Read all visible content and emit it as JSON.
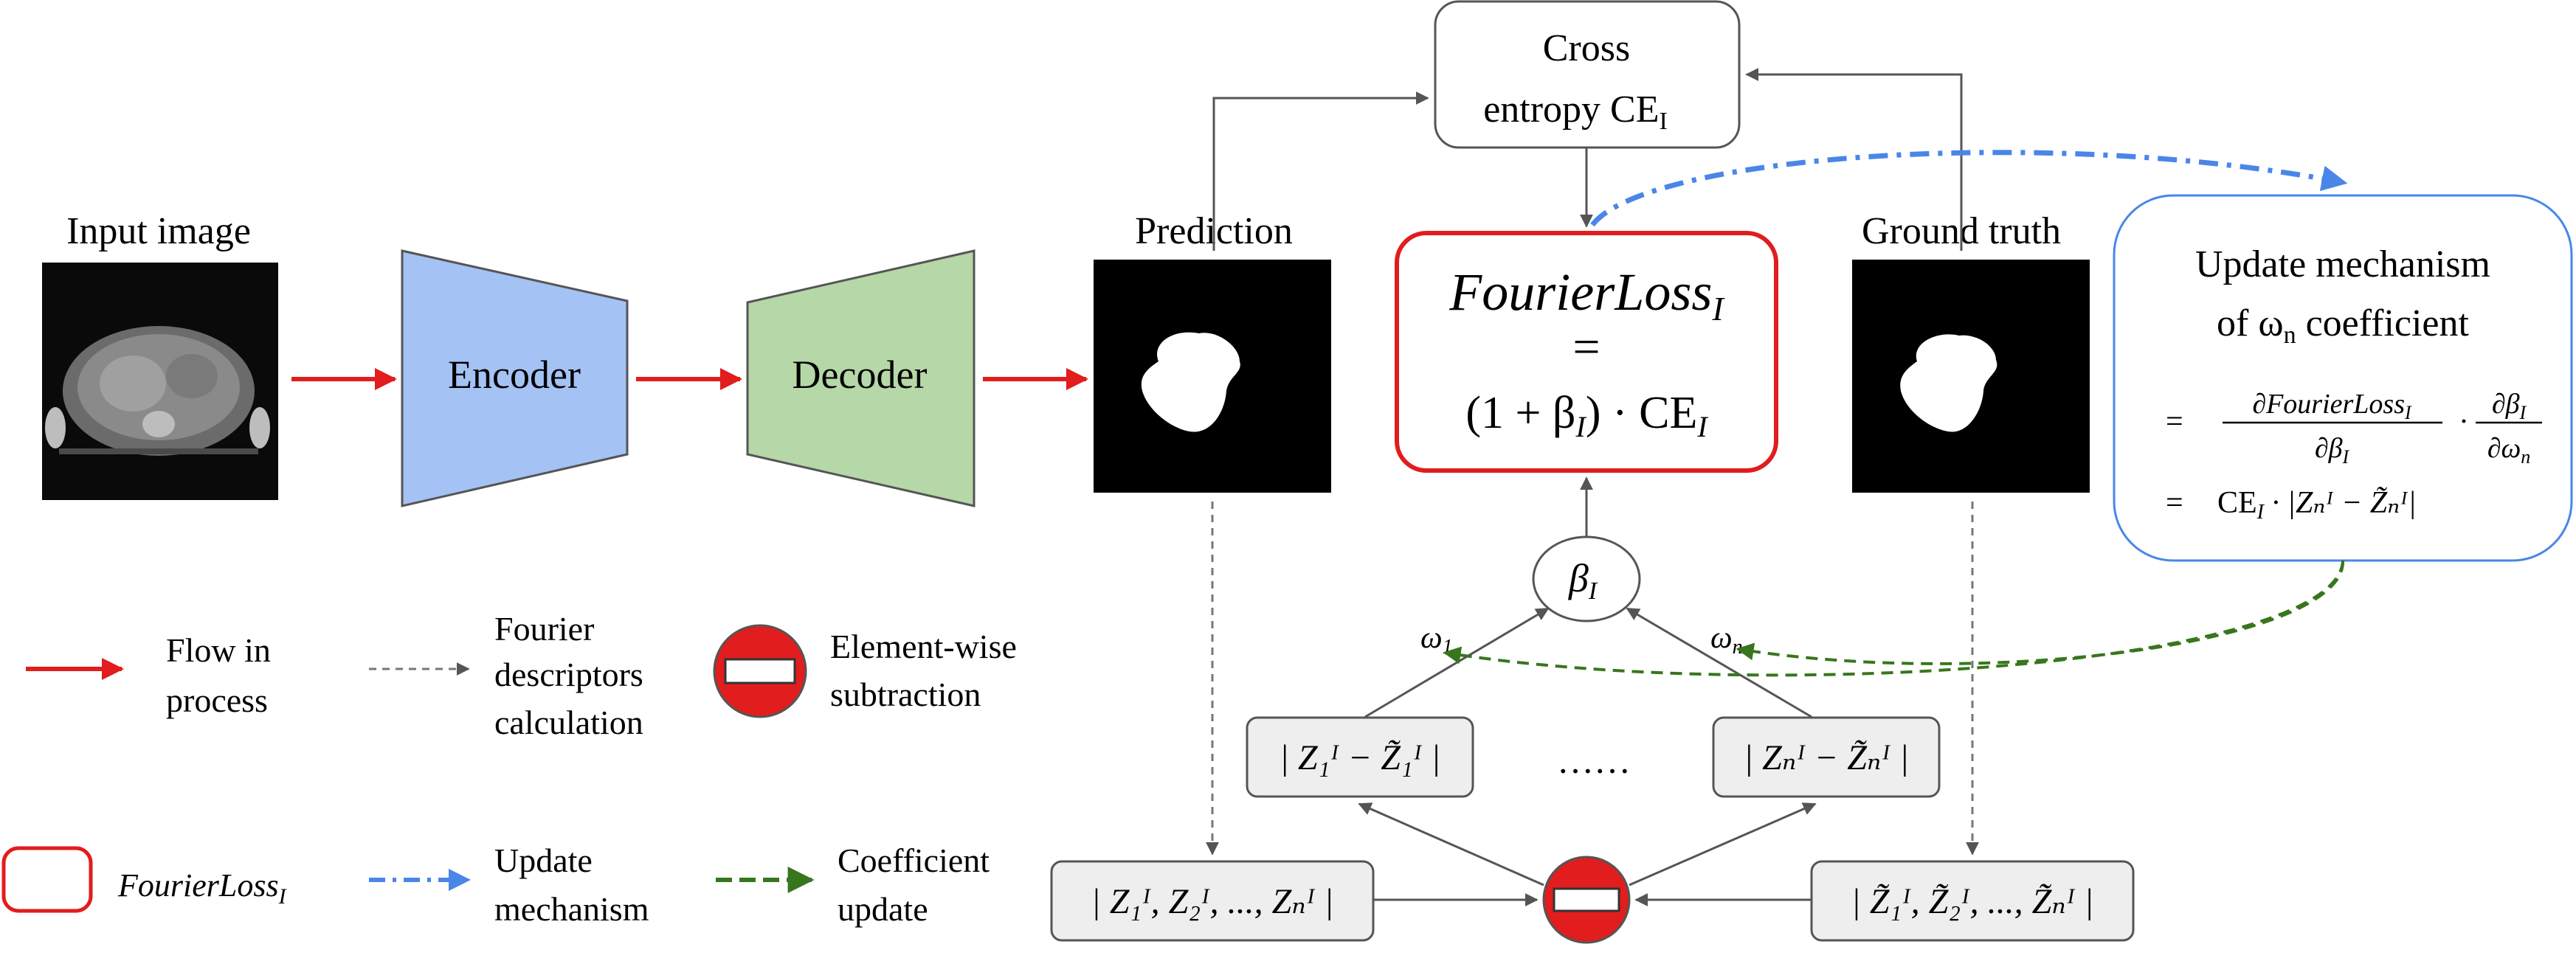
{
  "input": {
    "label": "Input image"
  },
  "encoder": {
    "label": "Encoder",
    "color": "#a4c2f4"
  },
  "decoder": {
    "label": "Decoder",
    "color": "#b6d7a8"
  },
  "prediction": {
    "label": "Prediction"
  },
  "ground_truth": {
    "label": "Ground truth"
  },
  "cross_entropy": {
    "line1": "Cross",
    "line2": "entropy CE",
    "sub": "I"
  },
  "fourier_loss": {
    "name": "FourierLoss",
    "sub": "I",
    "eq": "=",
    "expr_pre": "(1 + β",
    "expr_sub": "I",
    "expr_post": ") · CE",
    "expr_post_sub": "I"
  },
  "beta": {
    "sym": "β",
    "sub": "I"
  },
  "omega1": {
    "sym": "ω",
    "sub": "1"
  },
  "omegan": {
    "sym": "ω",
    "sub": "n"
  },
  "diff1": {
    "text": "| Z₁ᴵ − Z̃₁ᴵ |"
  },
  "diffn": {
    "text": "| Zₙᴵ − Z̃ₙᴵ |"
  },
  "dots": "……",
  "pred_desc": {
    "text": "| Z₁ᴵ, Z₂ᴵ, ..., Zₙᴵ |"
  },
  "gt_desc": {
    "text": "| Z̃₁ᴵ, Z̃₂ᴵ, ..., Z̃ₙᴵ |"
  },
  "update": {
    "title1": "Update mechanism",
    "title2_pre": "of ω",
    "title2_sub": "n",
    "title2_post": " coefficient",
    "eq1": "=",
    "frac1_num": "∂FourierLoss",
    "frac1_num_sub": "I",
    "frac1_den": "∂β",
    "frac1_den_sub": "I",
    "dot": "·",
    "frac2_num": "∂β",
    "frac2_num_sub": "I",
    "frac2_den": "∂ω",
    "frac2_den_sub": "n",
    "eq2": "=",
    "line2": "CE",
    "line2_sub": "I",
    "line2_post": " · |Zₙᴵ − Z̃ₙᴵ|"
  },
  "legend": {
    "flow_l1": "Flow in",
    "flow_l2": "process",
    "fourier_l1": "Fourier",
    "fourier_l2": "descriptors",
    "fourier_l3": "calculation",
    "sub_l1": "Element-wise",
    "sub_l2": "subtraction",
    "loss_name": "FourierLoss",
    "loss_sub": "I",
    "update_l1": "Update",
    "update_l2": "mechanism",
    "coef_l1": "Coefficient",
    "coef_l2": "update"
  },
  "colors": {
    "red": "#e11d1d",
    "blue": "#4a86e8",
    "green": "#38761d",
    "gray": "#555555"
  }
}
